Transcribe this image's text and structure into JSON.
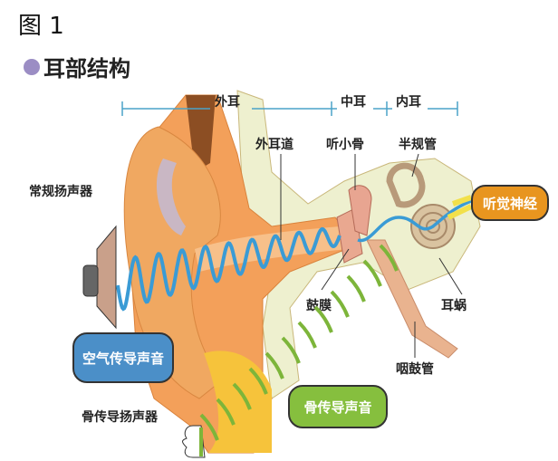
{
  "figure_label": "图 1",
  "heading": "耳部结构",
  "sections": {
    "outer": "外耳",
    "middle": "中耳",
    "inner": "内耳"
  },
  "labels": {
    "ear_canal": "外耳道",
    "ossicles": "听小骨",
    "semicircular_canals": "半规管",
    "regular_speaker": "常规扬声器",
    "eardrum": "鼓膜",
    "cochlea": "耳蜗",
    "eustachian_tube": "咽鼓管",
    "bone_speaker": "骨传导扬声器"
  },
  "boxes": {
    "auditory_nerve": "听觉神经",
    "air_conduction": "空气传导声音",
    "bone_conduction": "骨传导声音"
  },
  "colors": {
    "air": "#3a9bd5",
    "bone": "#7db53a",
    "nerve": "#e8951f",
    "air_box": "#4b8fc8",
    "bone_box": "#86bf3e"
  }
}
